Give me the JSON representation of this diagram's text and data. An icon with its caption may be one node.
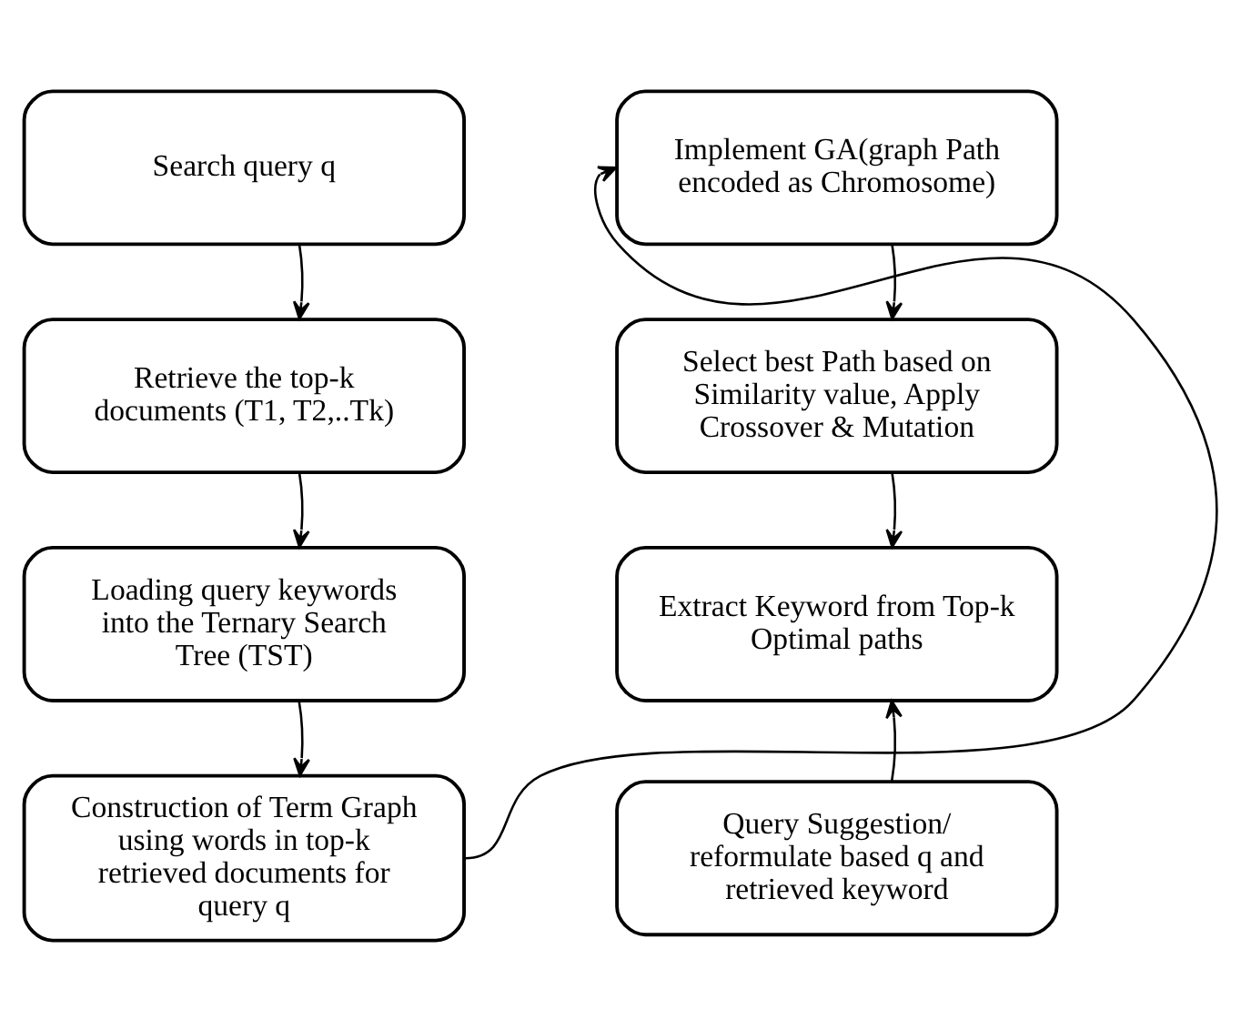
{
  "diagram": {
    "nodes": [
      {
        "text": [
          "Search query q"
        ]
      },
      {
        "text": [
          "Retrieve the top-k documents (T1, T2,..Tk)"
        ]
      },
      {
        "text": [
          "Loading query keywords into the Ternary Search Tree (TST)"
        ]
      },
      {
        "text": [
          "Construction of Term Graph using words in top-k retrieved documents for query q"
        ]
      },
      {
        "text": [
          "Implement GA(graph Path encoded as Chromosome)"
        ]
      },
      {
        "text": [
          "Select best Path based on Similarity value, Apply Crossover & Mutation"
        ]
      },
      {
        "text": [
          "Extract Keyword from Top-k Optimal paths"
        ]
      },
      {
        "text": [
          "Query Suggestion/ reformulate based q and retrieved keyword"
        ]
      }
    ],
    "edges": [
      {
        "from": 0,
        "to": 1,
        "arrow": "to"
      },
      {
        "from": 1,
        "to": 2,
        "arrow": "to"
      },
      {
        "from": 2,
        "to": 3,
        "arrow": "to"
      },
      {
        "from": 3,
        "to": 4,
        "arrow": "to"
      },
      {
        "from": 4,
        "to": 5,
        "arrow": "to"
      },
      {
        "from": 5,
        "to": 6,
        "arrow": "to"
      },
      {
        "from": 7,
        "to": 6,
        "arrow": "to"
      }
    ]
  }
}
